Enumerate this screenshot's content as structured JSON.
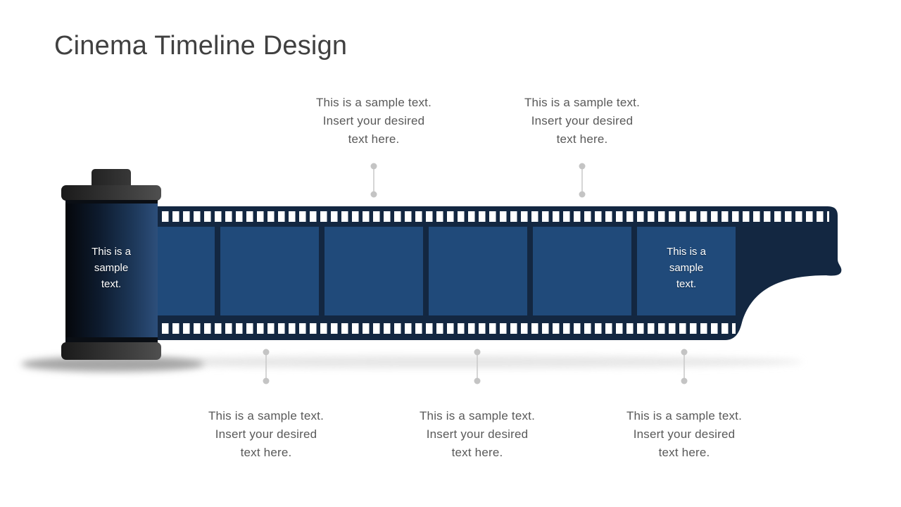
{
  "title": "Cinema Timeline Design",
  "film": {
    "frames_total": 6,
    "canister_label": {
      "lines": [
        "This is a",
        "sample",
        "text."
      ]
    },
    "frame_label": {
      "lines": [
        "This is a",
        "sample",
        "text."
      ]
    }
  },
  "callouts": {
    "top": [
      {
        "lines": [
          "This is a sample text.",
          "Insert your desired",
          "text here."
        ]
      },
      {
        "lines": [
          "This is a sample text.",
          "Insert your desired",
          "text here."
        ]
      }
    ],
    "bottom": [
      {
        "lines": [
          "This is a sample text.",
          "Insert your desired",
          "text here."
        ]
      },
      {
        "lines": [
          "This is a sample text.",
          "Insert your desired",
          "text here."
        ]
      },
      {
        "lines": [
          "This is a sample text.",
          "Insert your desired",
          "text here."
        ]
      }
    ]
  },
  "colors": {
    "film_strip": "#132741",
    "film_frame": "#204a7a",
    "canister_blue_edge": "#2d4f7b",
    "canister_cap_gray": "#4f4f4f",
    "title_text": "#404040",
    "body_text": "#595959",
    "connector_gray": "#c6c6c6",
    "sprocket_hole": "#ffffff"
  }
}
